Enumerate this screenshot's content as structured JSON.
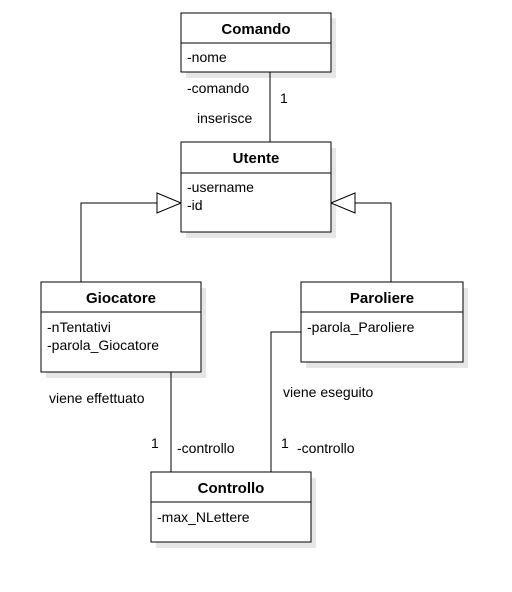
{
  "classes": {
    "comando": {
      "name": "Comando",
      "attrs": [
        "-nome"
      ]
    },
    "utente": {
      "name": "Utente",
      "attrs": [
        "-username",
        "-id"
      ]
    },
    "giocatore": {
      "name": "Giocatore",
      "attrs": [
        "-nTentativi",
        "-parola_Giocatore"
      ]
    },
    "paroliere": {
      "name": "Paroliere",
      "attrs": [
        "-parola_Paroliere"
      ]
    },
    "controllo": {
      "name": "Controllo",
      "attrs": [
        "-max_NLettere"
      ]
    }
  },
  "associations": {
    "comando_utente": {
      "role": "-comando",
      "multiplicity": "1",
      "name": "inserisce"
    },
    "giocatore_controllo": {
      "name": "viene effettuato",
      "multiplicity": "1",
      "role": "-controllo"
    },
    "paroliere_controllo": {
      "name": "viene eseguito",
      "multiplicity": "1",
      "role": "-controllo"
    }
  }
}
